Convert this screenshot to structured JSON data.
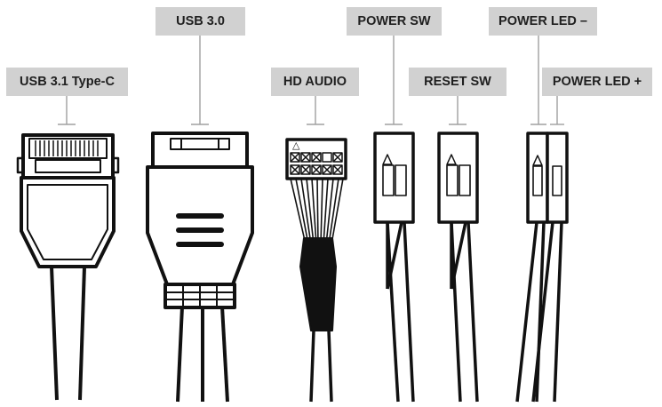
{
  "labels": {
    "usb_c": "USB 3.1 Type-C",
    "usb30": "USB 3.0",
    "hd_audio": "HD AUDIO",
    "power_sw": "POWER SW",
    "reset_sw": "RESET SW",
    "power_led_minus": "POWER LED –",
    "power_led_plus": "POWER LED +"
  },
  "hd_audio_pins": {
    "key_marker": "△"
  },
  "colors": {
    "label_bg": "#d1d1d1",
    "label_text": "#1f1f1f",
    "cable": "#111111",
    "leader_line": "#a0a0a0"
  }
}
